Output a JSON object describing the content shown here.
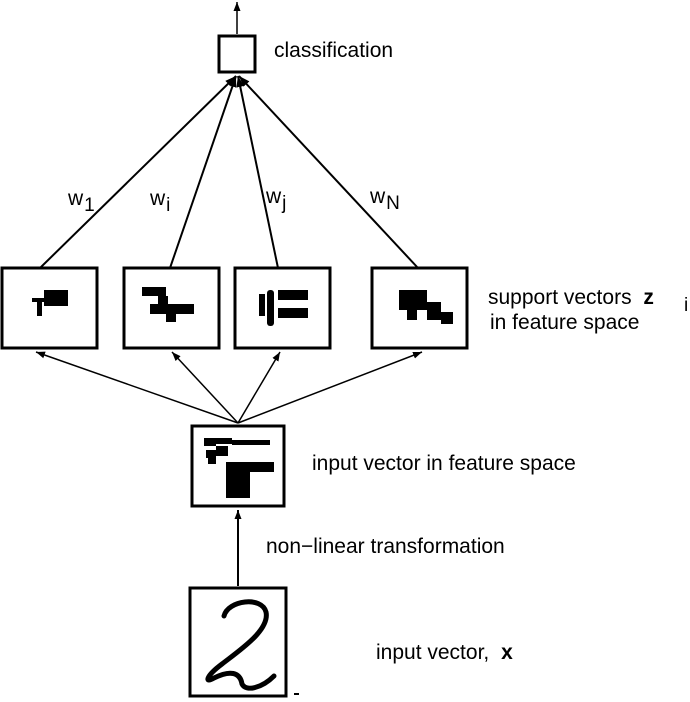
{
  "labels": {
    "classification": "classification",
    "support_vectors_line1": "support vectors",
    "support_vectors_symbol": "z",
    "support_vectors_subscript": "i",
    "support_vectors_line2": "in feature space",
    "input_feature": "input vector in feature space",
    "transformation": "non−linear transformation",
    "input_vector_text": "input vector,",
    "input_vector_symbol": "x"
  },
  "weights": [
    {
      "base": "w",
      "sub": "1"
    },
    {
      "base": "w",
      "sub": "i"
    },
    {
      "base": "w",
      "sub": "j"
    },
    {
      "base": "w",
      "sub": "N"
    }
  ]
}
